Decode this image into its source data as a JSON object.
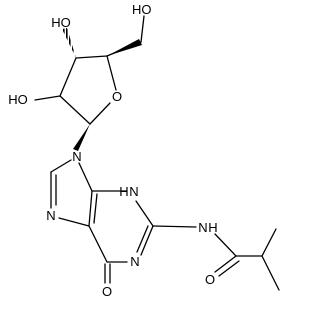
{
  "atom_labels": {
    "oh_ring_top": "HO",
    "oh_ch2": "HO",
    "oh_ring_left": "HO",
    "o_ring": "O",
    "n9": "N",
    "n7": "N",
    "n3h": "H",
    "n3": "N",
    "nh_amide": "N",
    "nh_amide_h": "H",
    "n1": "N",
    "o_c6": "O",
    "o_amide": "O"
  },
  "colors": {
    "bond": "#000000",
    "text": "#000000",
    "background": "#ffffff"
  }
}
